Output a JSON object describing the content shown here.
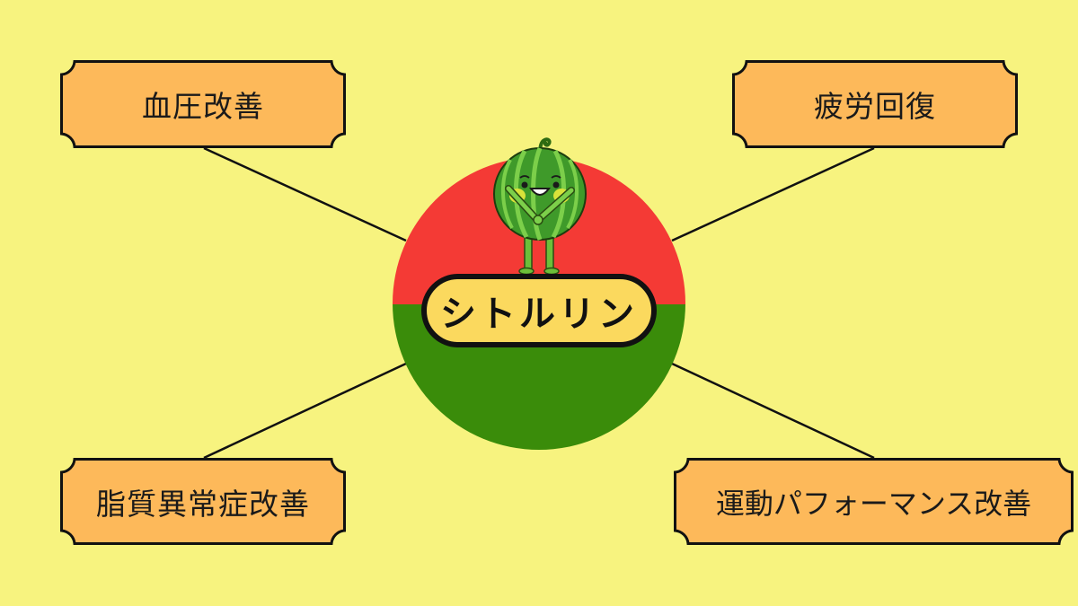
{
  "diagram": {
    "type": "mind-map",
    "background_color": "#f7f37f",
    "center": {
      "label": "シトルリン",
      "mascot": "watermelon-character-icon",
      "colors": {
        "top": "#f43a35",
        "bottom": "#3a8c0a",
        "pill": "#fbd95e"
      }
    },
    "nodes": [
      {
        "id": "top-left",
        "label": "血圧改善"
      },
      {
        "id": "top-right",
        "label": "疲労回復"
      },
      {
        "id": "bottom-left",
        "label": "脂質異常症改善"
      },
      {
        "id": "bottom-right",
        "label": "運動パフォーマンス改善"
      }
    ],
    "node_color": "#fdb95a"
  }
}
